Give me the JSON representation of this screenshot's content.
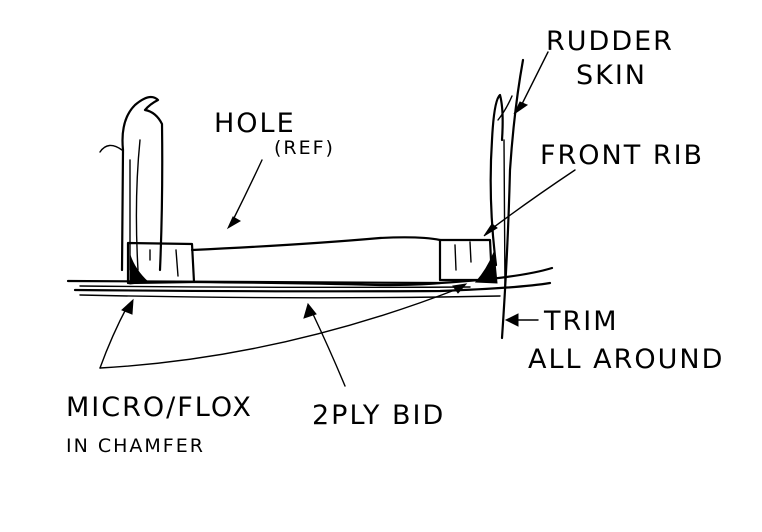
{
  "labels": {
    "rudder": "RUDDER",
    "skin": "SKIN",
    "hole": "HOLE",
    "ref": "(REF)",
    "front_rib": "FRONT RIB",
    "trim": "TRIM",
    "all_around": "ALL AROUND",
    "micro_flox": "MICRO/FLOX",
    "in_chamfer": "IN CHAMFER",
    "two_ply_bid": "2PLY BID"
  },
  "colors": {
    "ink": "#000000",
    "paper": "#ffffff"
  }
}
